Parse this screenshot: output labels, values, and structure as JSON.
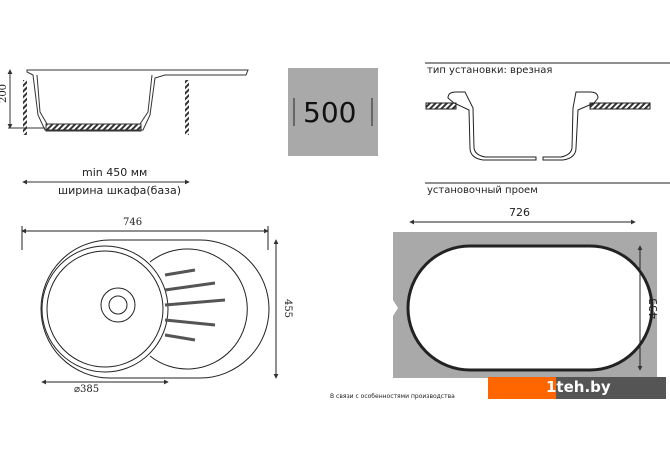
{
  "side_view": {
    "height_dim": "200",
    "min_width": "min 450 мм",
    "cabinet_label": "ширина шкафа(база)"
  },
  "cabinet_badge": {
    "value": "500"
  },
  "install": {
    "type_label": "тип установки: врезная",
    "opening_label": "установочный проем"
  },
  "top_view": {
    "width_dim": "746",
    "height_dim": "455",
    "bowl_dim": "⌀385"
  },
  "cutout": {
    "width_dim": "726",
    "height_dim": "435"
  },
  "footer": {
    "note": "В связи с особенностями производства",
    "logo": "1teh.by"
  },
  "colors": {
    "gray": "#a9a9a9",
    "logo_orange": "#ff6600",
    "logo_dark": "#555555"
  }
}
